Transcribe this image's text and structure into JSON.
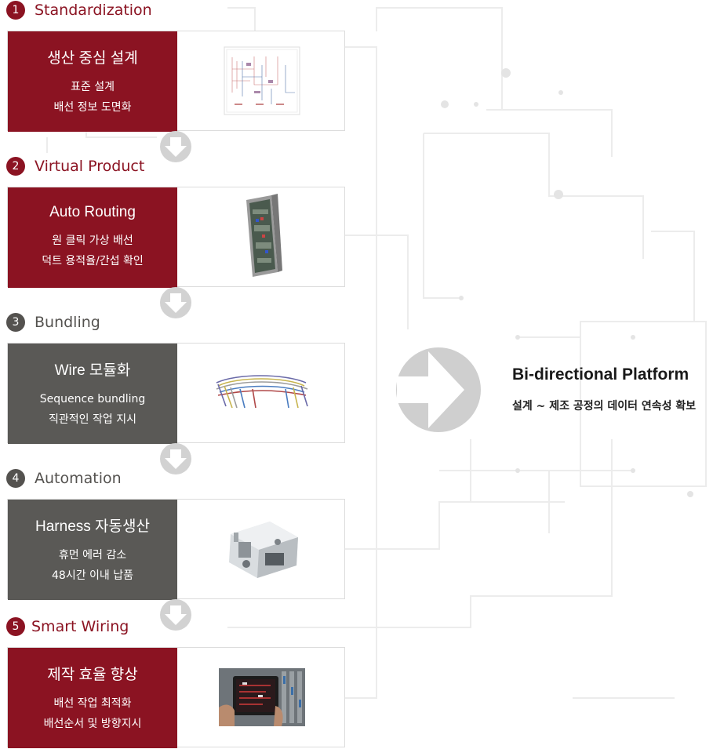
{
  "steps": [
    {
      "number": "1",
      "heading": "Standardization",
      "title": "생산 중심 설계",
      "lines": [
        "표준 설계",
        "배선 정보 도면화"
      ],
      "image": "wiring-schematic-drawing"
    },
    {
      "number": "2",
      "heading": "Virtual Product",
      "title": "Auto Routing",
      "lines": [
        "원 클릭 가상 배선",
        "덕트 용적율/간섭 확인"
      ],
      "image": "3d-control-panel-model"
    },
    {
      "number": "3",
      "heading": "Bundling",
      "title": "Wire 모듈화",
      "lines": [
        "Sequence bundling",
        "직관적인 작업 지시"
      ],
      "image": "wire-bundle-harness"
    },
    {
      "number": "4",
      "heading": "Automation",
      "title": "Harness 자동생산",
      "lines": [
        "휴먼 에러 감소",
        "48시간 이내 납품"
      ],
      "image": "wire-processing-machine"
    },
    {
      "number": "5",
      "heading": "Smart Wiring",
      "title": "제작 효율 향상",
      "lines": [
        "배선 작업 최적화",
        "배선순서 및  방향지시"
      ],
      "image": "tablet-in-cabinet-photo"
    }
  ],
  "platform": {
    "title": "Bi-directional Platform",
    "subtitle": "설계 ~ 제조 공정의 데이터 연속성 확보"
  },
  "colors": {
    "brand_red": "#8b1322",
    "dark_grey": "#5a5956",
    "arrow_grey": "#cfcfcf",
    "circuit_line": "#ececec"
  }
}
